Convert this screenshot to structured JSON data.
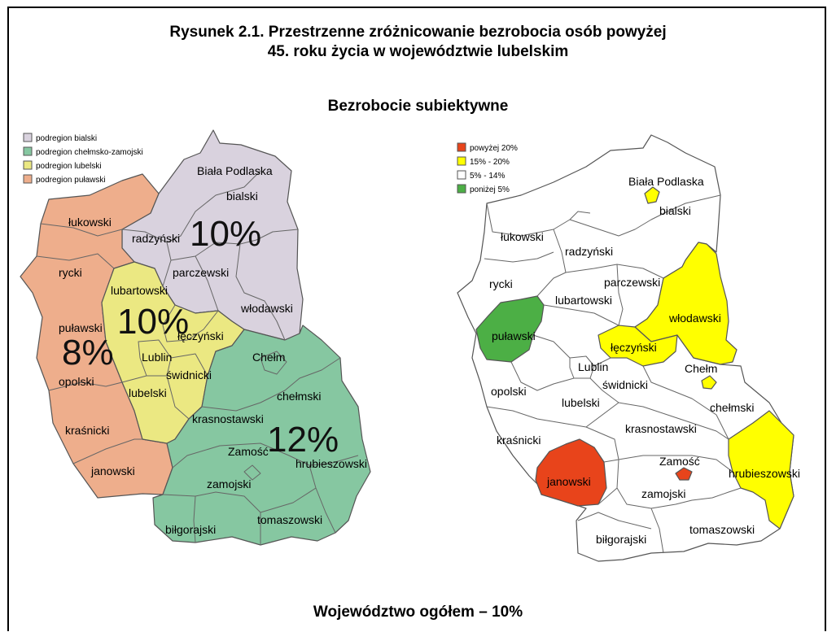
{
  "title_line1": "Rysunek 2.1. Przestrzenne zróżnicowanie bezrobocia osób powyżej",
  "title_line2": "45. roku życia w województwie lubelskim",
  "subtitle": "Bezrobocie subiektywne",
  "footer": "Województwo ogółem – 10%",
  "left_map": {
    "legend": [
      {
        "label": "podregion bialski",
        "color": "#d9d2de"
      },
      {
        "label": "podregion chełmsko-zamojski",
        "color": "#86c7a1"
      },
      {
        "label": "podregion lubelski",
        "color": "#ebe882"
      },
      {
        "label": "podregion puławski",
        "color": "#eeae8c"
      }
    ],
    "percentages": {
      "bialski": "10%",
      "lubelski": "10%",
      "pulawski": "8%",
      "chelmsko": "12%"
    },
    "labels": {
      "biala_podlaska": "Biała Podlaska",
      "bialski": "bialski",
      "lukowski": "łukowski",
      "radzynski": "radzyński",
      "rycki": "rycki",
      "parczewski": "parczewski",
      "lubartowski": "lubartowski",
      "wlodawski": "włodawski",
      "pulawski": "puławski",
      "leczynski": "łęczyński",
      "lublin": "Lublin",
      "swidnicki": "świdnicki",
      "chelm": "Chełm",
      "opolski": "opolski",
      "lubelski": "lubelski",
      "chelmski": "chełmski",
      "krasnostawski": "krasnostawski",
      "krasnicki": "kraśnicki",
      "zamosc": "Zamość",
      "hrubieszowski": "hrubieszowski",
      "janowski": "janowski",
      "zamojski": "zamojski",
      "tomaszowski": "tomaszowski",
      "bilgorajski": "biłgorajski"
    }
  },
  "right_map": {
    "legend": [
      {
        "label": "powyżej 20%",
        "color": "#e8441b"
      },
      {
        "label": "15% - 20%",
        "color": "#ffff00"
      },
      {
        "label": "5% - 14%",
        "color": "#ffffff"
      },
      {
        "label": "poniżej 5%",
        "color": "#4caf45"
      }
    ],
    "labels": {
      "biala_podlaska": "Biała Podlaska",
      "bialski": "bialski",
      "lukowski": "łukowski",
      "radzynski": "radzyński",
      "rycki": "rycki",
      "parczewski": "parczewski",
      "lubartowski": "lubartowski",
      "wlodawski": "włodawski",
      "pulawski": "puławski",
      "leczynski": "łęczyński",
      "lublin": "Lublin",
      "swidnicki": "świdnicki",
      "chelm": "Chełm",
      "opolski": "opolski",
      "lubelski": "lubelski",
      "chelmski": "chełmski",
      "krasnostawski": "krasnostawski",
      "krasnicki": "kraśnicki",
      "zamosc": "Zamość",
      "hrubieszowski": "hrubieszowski",
      "janowski": "janowski",
      "zamojski": "zamojski",
      "tomaszowski": "tomaszowski",
      "bilgorajski": "biłgorajski"
    }
  }
}
